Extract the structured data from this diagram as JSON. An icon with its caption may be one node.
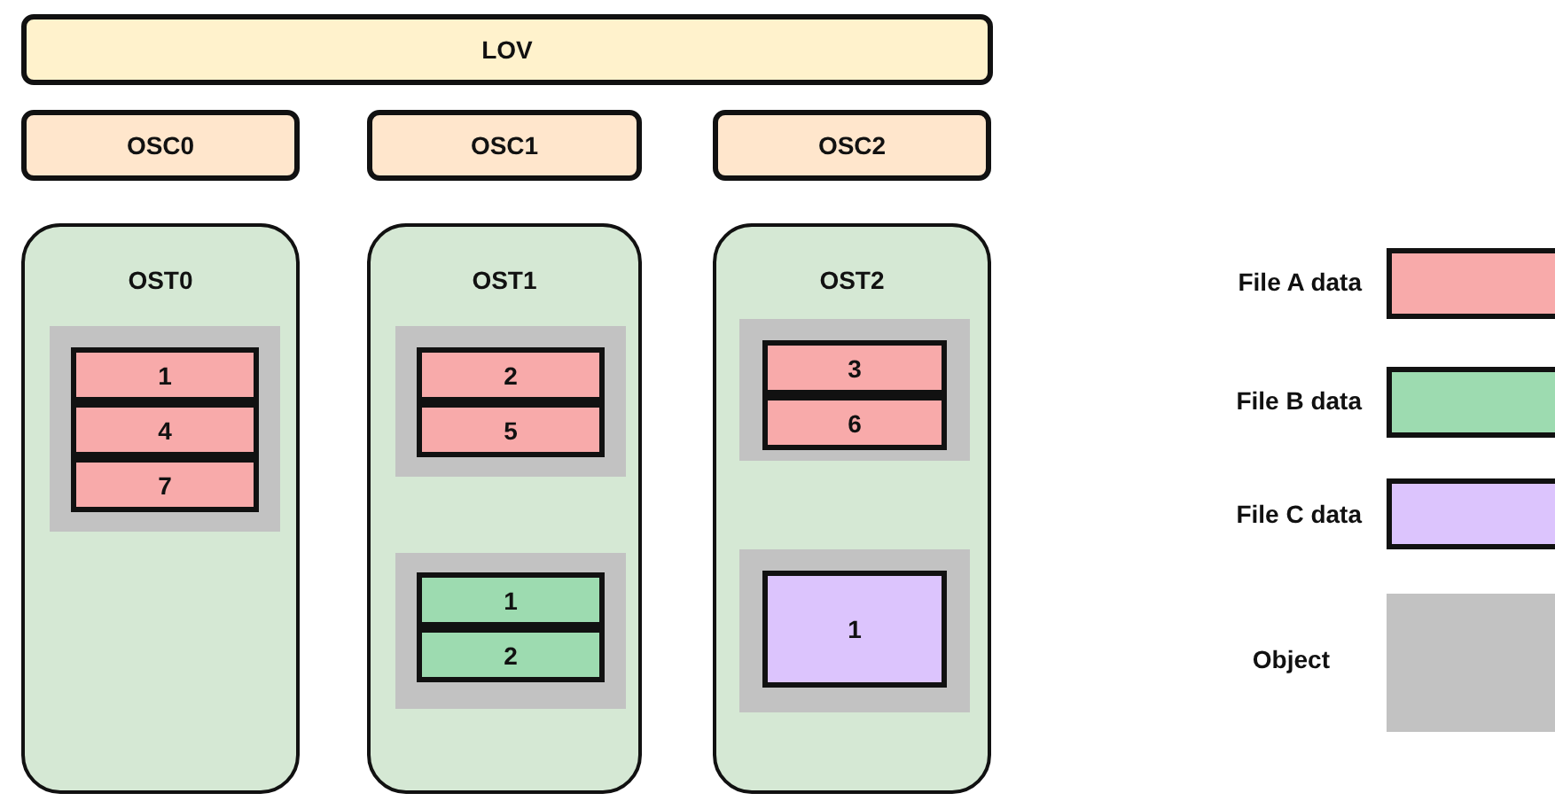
{
  "diagram": {
    "nodes": [
      {
        "text": [
          "LOV"
        ]
      },
      {
        "text": [
          "OSC0"
        ]
      },
      {
        "text": [
          "OSC1"
        ]
      },
      {
        "text": [
          "OSC2"
        ]
      },
      {
        "text": [
          "OST0"
        ]
      },
      {
        "text": [],
        "shape": "box",
        "in": 4
      },
      {
        "text": [
          "1"
        ],
        "in": 5
      },
      {
        "text": [
          "4"
        ],
        "in": 5
      },
      {
        "text": [
          "7"
        ],
        "in": 5
      },
      {
        "text": [
          "OST1"
        ]
      },
      {
        "text": [],
        "shape": "box",
        "in": 9
      },
      {
        "text": [
          "2"
        ],
        "in": 10
      },
      {
        "text": [
          "5"
        ],
        "in": 10
      },
      {
        "text": [],
        "shape": "box",
        "in": 9
      },
      {
        "text": [
          "1"
        ],
        "in": 13
      },
      {
        "text": [
          "2"
        ],
        "in": 13
      },
      {
        "text": [
          "OST2"
        ]
      },
      {
        "text": [],
        "shape": "box",
        "in": 16
      },
      {
        "text": [
          "3"
        ],
        "in": 17
      },
      {
        "text": [
          "6"
        ],
        "in": 17
      },
      {
        "text": [],
        "shape": "box",
        "in": 16
      },
      {
        "text": [
          "1"
        ],
        "in": 20
      }
    ],
    "legend": [
      {
        "text": "File A data",
        "color": "#f8aaaa"
      },
      {
        "text": "File B data",
        "color": "#9ddbb0"
      },
      {
        "text": "File C data",
        "color": "#dcc4fd"
      },
      {
        "text": "Object",
        "color": "#c2c2c2"
      }
    ]
  }
}
